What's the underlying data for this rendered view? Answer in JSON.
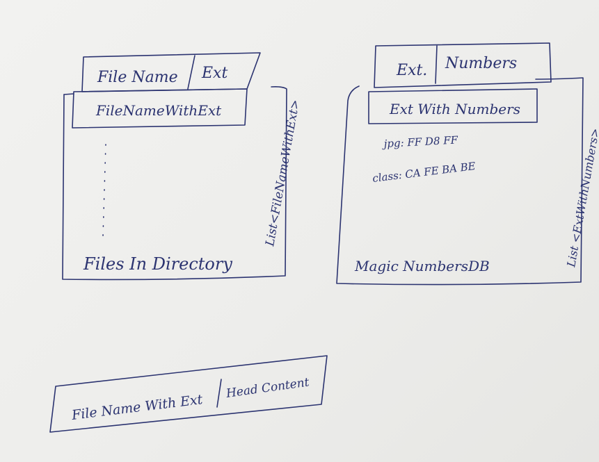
{
  "left_diagram": {
    "header_file_name": "File Name",
    "header_ext": "Ext",
    "row_label": "FileNameWithExt",
    "list_label": "List<FileNameWithExt>",
    "container_label": "Files In Directory",
    "ellipsis": "⋮"
  },
  "right_diagram": {
    "header_ext": "Ext.",
    "header_numbers": "Numbers",
    "row_label": "Ext With Numbers",
    "entry_jpg": "jpg: FF D8 FF",
    "entry_class": "class: CA FE BA BE",
    "list_label": "List <ExtWithNumbers>",
    "container_label": "Magic NumbersDB"
  },
  "bottom_diagram": {
    "field_file": "File Name With Ext",
    "field_head": "Head Content"
  },
  "ink_color": "#2b3370"
}
